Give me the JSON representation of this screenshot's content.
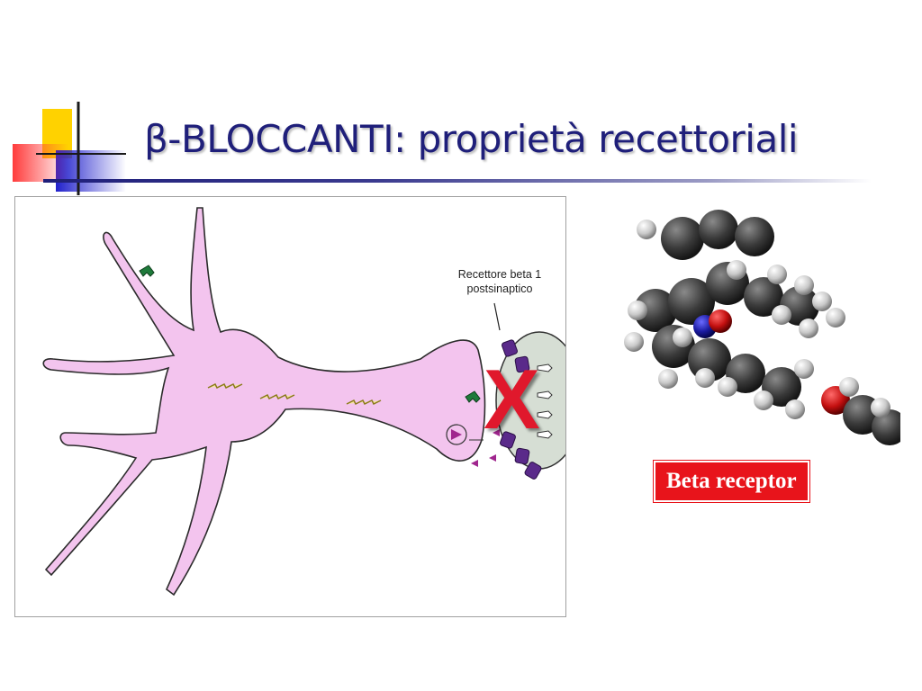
{
  "slide": {
    "title": "β-BLOCCANTI: proprietà recettoriali"
  },
  "figure": {
    "receptor_caption_line1": "Recettore beta 1",
    "receptor_caption_line2": "postsinaptico",
    "block_mark": "X"
  },
  "molecule": {
    "label": "Beta receptor"
  },
  "colors": {
    "title": "#1f1f7a",
    "neuron_fill": "#f3c4ee",
    "neuron_stroke": "#2b2b2b",
    "target_cell": "#d6ded4",
    "receptor": "#5a2a8a",
    "ligand": "#a0268e",
    "block_mark": "#e0182c",
    "label_bg": "#e8141b",
    "logo_yellow": "#ffd200",
    "logo_red": "#ff3b3b",
    "logo_blue": "#2020cc"
  }
}
